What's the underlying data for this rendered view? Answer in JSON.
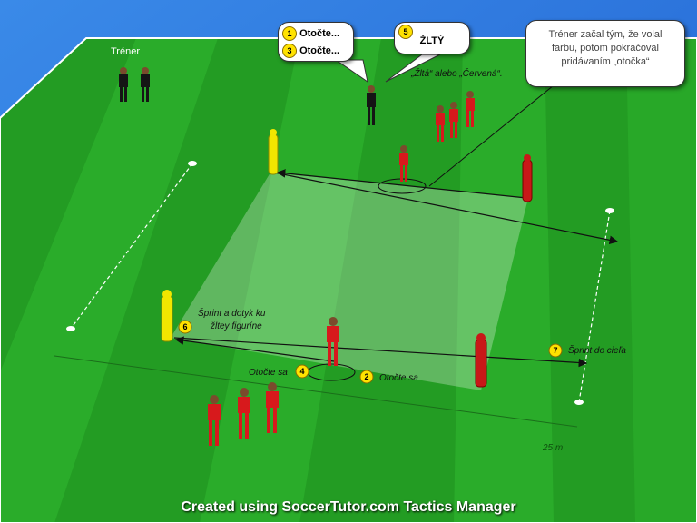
{
  "labels": {
    "coach": "Tréner",
    "callout_turn_1": "Otočte...",
    "callout_turn_3": "Otočte...",
    "callout_color": "ŽLTÝ",
    "coach_call": "„Žltá“ alebo „Červená“.",
    "info_text": "Tréner začal tým, že volal farbu, potom pokračoval pridávaním „otočka“",
    "sprint_touch": "Šprint a dotyk ku žltey figuríne",
    "sprint_goal": "Šprint do cieľa",
    "turn_4": "Otočte sa",
    "turn_2": "Otočte sa",
    "distance": "25 m",
    "footer": "Created using SoccerTutor.com Tactics Manager"
  },
  "badges": {
    "b1": "1",
    "b2": "2",
    "b3": "3",
    "b4": "4",
    "b5": "5",
    "b6": "6",
    "b7": "7"
  },
  "colors": {
    "sky": "#3d86e6",
    "grass_light": "#2fae2f",
    "grass_dark": "#1f8f1f",
    "player_red": "#d7191c",
    "coach_black": "#151515",
    "mannequin_yellow": "#f2e600",
    "mannequin_red": "#d7191c",
    "badge_yellow": "#ffe200"
  }
}
